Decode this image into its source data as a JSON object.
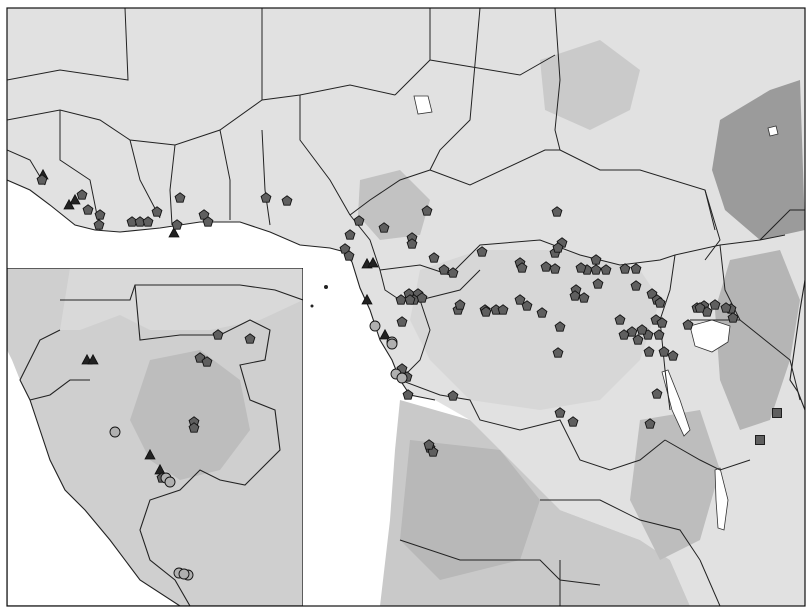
{
  "map": {
    "colors": {
      "frame": "#111111",
      "land_light": "#e6e6e6",
      "land_mid": "#cfcfcf",
      "land_dark": "#a8a8a8",
      "highland": "#8f8f8f",
      "ocean": "#ffffff",
      "lake": "#ffffff",
      "border": "#222222",
      "marker_fill": "#5f5f5f",
      "marker_circle_fill": "#b0b0b0",
      "marker_stroke": "#111111"
    },
    "legend_shapes": [
      "pentagon",
      "triangle",
      "circle",
      "square"
    ],
    "markers": [
      {
        "shape": "triangle",
        "count": 12
      },
      {
        "shape": "pentagon",
        "count": 108
      },
      {
        "shape": "circle",
        "count": 11
      },
      {
        "shape": "square",
        "count": 2
      }
    ]
  }
}
